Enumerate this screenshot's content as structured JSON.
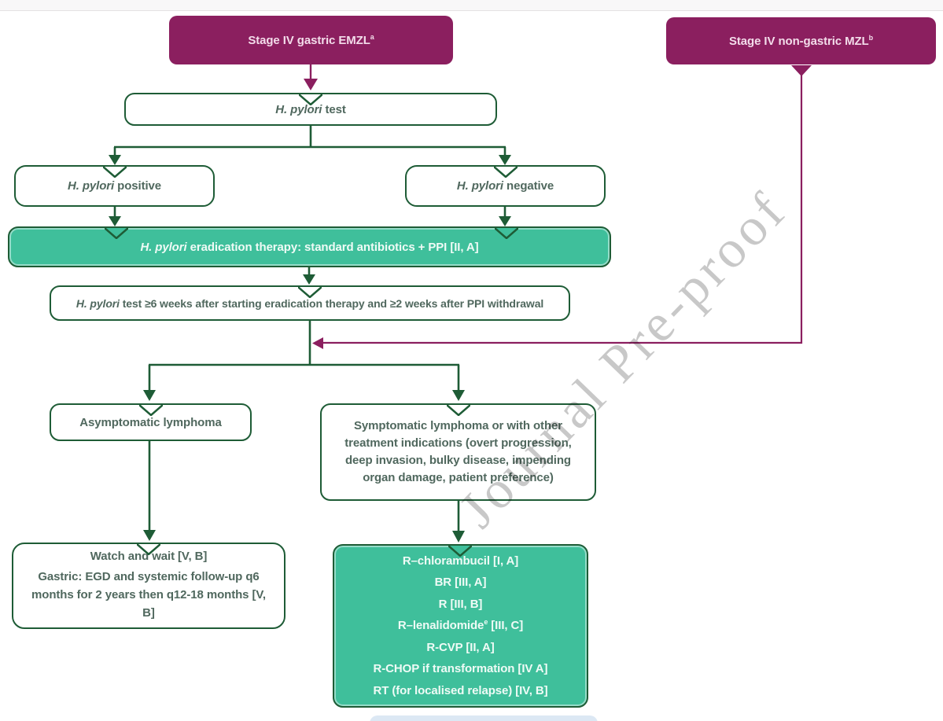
{
  "watermark": {
    "text": "Journal Pre-proof"
  },
  "palette": {
    "magenta": "#8b1f5f",
    "dark_green": "#1e5c36",
    "teal_fill": "#3fbf9b",
    "white_box_text": "#50685e",
    "watermark_gray": "#c8c8c8",
    "top_strip": "#f8f7f8",
    "bottom_strip": "#dce8f4"
  },
  "nodes": {
    "gastric": {
      "label": "Stage IV gastric EMZL",
      "sup": "a"
    },
    "non_gastric": {
      "label": "Stage IV non-gastric MZL",
      "sup": "b"
    },
    "hp_test": {
      "italic": "H. pylori",
      "rest": " test"
    },
    "hp_positive": {
      "italic": "H. pylori",
      "rest": " positive"
    },
    "hp_negative": {
      "italic": "H. pylori",
      "rest": " negative"
    },
    "eradication": {
      "italic": "H. pylori",
      "rest": " eradication therapy: standard antibiotics + PPI [II, A]"
    },
    "retest": {
      "italic": "H. pylori",
      "rest": " test ≥6 weeks after starting eradication therapy and ≥2 weeks after PPI withdrawal"
    },
    "asymptomatic": {
      "label": "Asymptomatic lymphoma"
    },
    "symptomatic": {
      "label": "Symptomatic lymphoma or with other treatment indications (overt progression, deep invasion, bulky disease, impending organ damage, patient preference)"
    },
    "watch_wait": {
      "p1": "Watch and wait [V, B]",
      "p2": "Gastric: EGD and systemic follow-up q6 months for 2 years then q12-18 months [V, B]"
    },
    "treatments": {
      "lines": [
        {
          "pre": "R–chlorambucil [I, A]",
          "sup": "",
          "post": ""
        },
        {
          "pre": "BR [III, A]",
          "sup": "",
          "post": ""
        },
        {
          "pre": "R [III, B]",
          "sup": "",
          "post": ""
        },
        {
          "pre": "R–lenalidomide",
          "sup": "e",
          "post": " [III, C]"
        },
        {
          "pre": "R-CVP [II, A]",
          "sup": "",
          "post": ""
        },
        {
          "pre": "R-CHOP if transformation [IV A]",
          "sup": "",
          "post": ""
        },
        {
          "pre": "RT (for localised relapse) [IV, B]",
          "sup": "",
          "post": ""
        }
      ]
    }
  }
}
